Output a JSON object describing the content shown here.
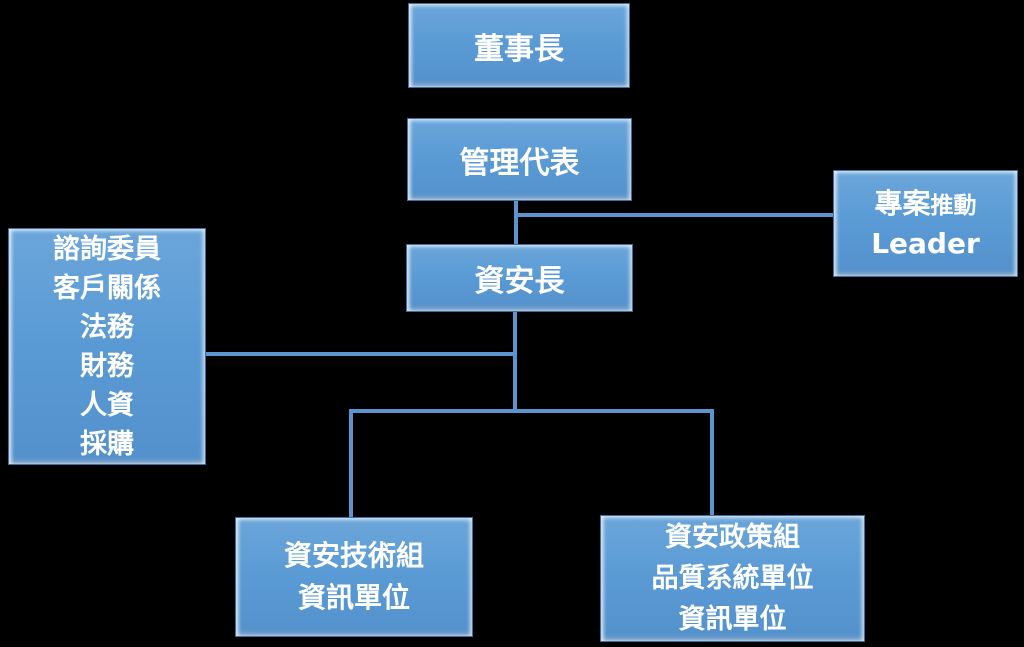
{
  "diagram": {
    "type": "org-chart",
    "background_color": "#000000",
    "node_fill_color": "#5b9bd5",
    "node_border_color": "#3f6d9e",
    "connector_color": "#5b94cf",
    "text_color": "#ffffff"
  },
  "nodes": {
    "chairman": {
      "label": "董事長"
    },
    "mgmt_rep": {
      "label": "管理代表"
    },
    "leader": {
      "line1_a": "專案",
      "line1_b": "推動",
      "line2": "Leader"
    },
    "ciso": {
      "label": "資安長"
    },
    "advisory": {
      "lines": [
        "諮詢委員",
        "客戶關係",
        "法務",
        "財務",
        "人資",
        "採購"
      ]
    },
    "tech": {
      "lines": [
        "資安技術組",
        "資訊單位"
      ]
    },
    "policy": {
      "lines": [
        "資安政策組",
        "品質系統單位",
        "資訊單位"
      ]
    }
  },
  "edges": [
    {
      "from": "mgmt_rep",
      "to": "ciso"
    },
    {
      "from": "mgmt_rep",
      "to": "leader"
    },
    {
      "from": "ciso",
      "to": "advisory"
    },
    {
      "from": "ciso",
      "to": "tech"
    },
    {
      "from": "ciso",
      "to": "policy"
    }
  ]
}
